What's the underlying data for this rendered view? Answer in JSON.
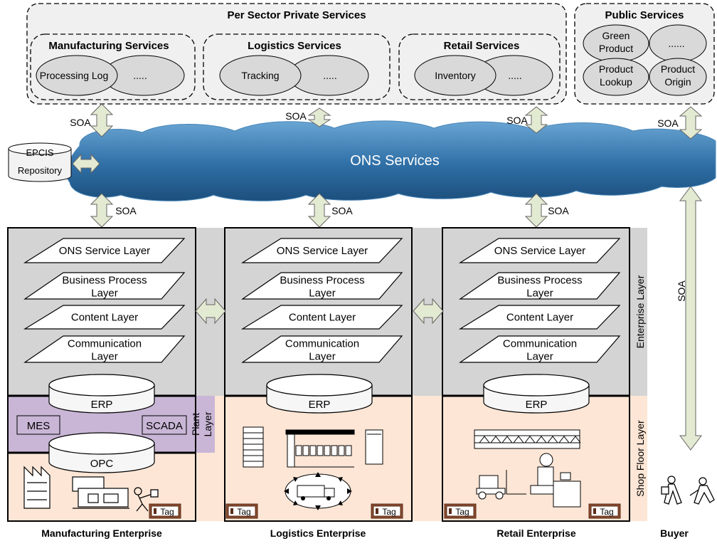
{
  "private_services": {
    "title": "Per Sector Private Services",
    "manufacturing": {
      "title": "Manufacturing Services",
      "items": [
        "Processing Log",
        "....."
      ]
    },
    "logistics": {
      "title": "Logistics Services",
      "items": [
        "Tracking",
        "....."
      ]
    },
    "retail": {
      "title": "Retail Services",
      "items": [
        "Inventory",
        "....."
      ]
    }
  },
  "public_services": {
    "title": "Public Services",
    "items": [
      [
        "Green",
        "Product"
      ],
      [
        "......"
      ],
      [
        "Product",
        "Lookup"
      ],
      [
        "Product",
        "Origin"
      ]
    ]
  },
  "soa_label": "SOA",
  "ons_cloud_label": "ONS Services",
  "epcis": {
    "line1": "EPCIS",
    "line2": "Repository"
  },
  "layers": {
    "ons_service": "ONS Service Layer",
    "business_process": [
      "Business Process",
      "Layer"
    ],
    "content": "Content Layer",
    "communication": [
      "Communication",
      "Layer"
    ]
  },
  "erp_label": "ERP",
  "opc_label": "OPC",
  "mes_label": "MES",
  "scada_label": "SCADA",
  "plant_layer_label": [
    "Plant",
    "Layer"
  ],
  "enterprise_layer_label": "Enterprise Layer",
  "shop_floor_layer_label": "Shop Floor Layer",
  "tag_label": "Tag",
  "enterprises": [
    "Manufacturing Enterprise",
    "Logistics  Enterprise",
    "Retail  Enterprise"
  ],
  "buyer_label": "Buyer",
  "colors": {
    "gray_band": "#d4d4d4",
    "peach": "#fde6d6",
    "purple": "#c9b6d6",
    "cloud_dark": "#1f5e93",
    "cloud_light": "#4f8fc2",
    "ellipse_fill": "#d9d9d9",
    "arrow_fill": "#e3ead2",
    "tag_fill": "#8a4b2e"
  }
}
